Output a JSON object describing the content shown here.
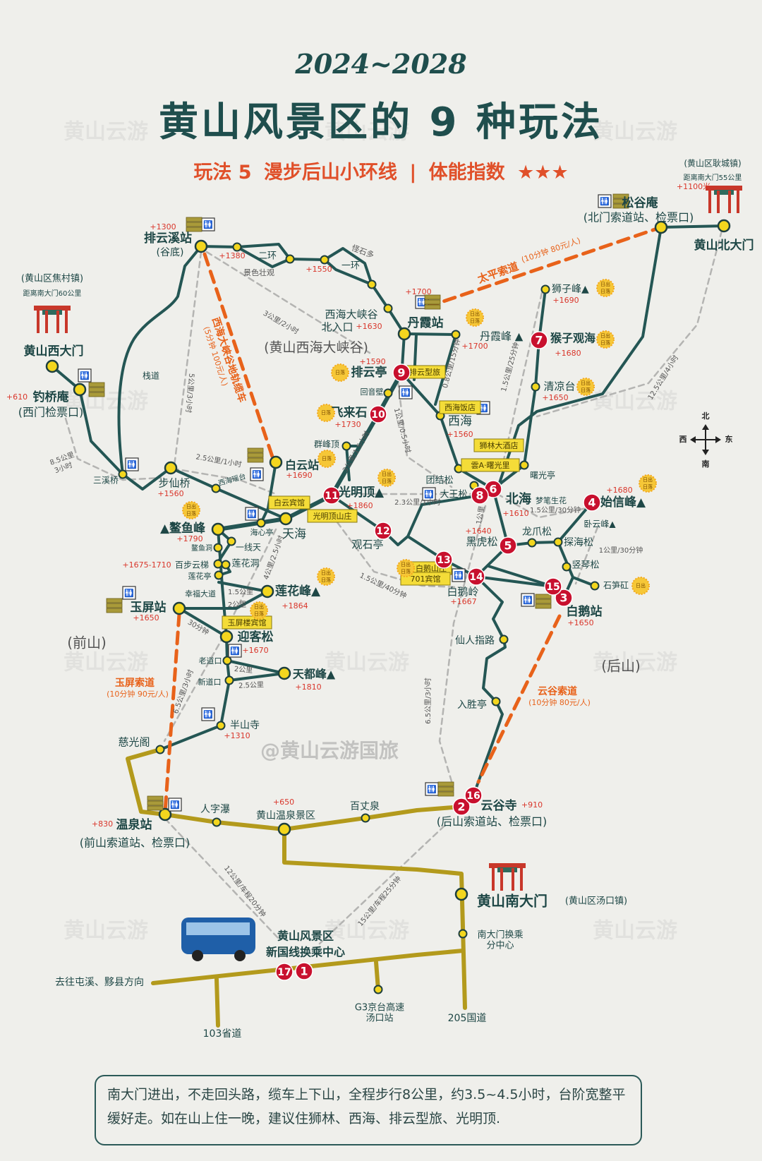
{
  "header": {
    "year": "2024~2028",
    "title": "黄山风景区的 9 种玩法",
    "play": "玩法 5",
    "route": "漫步后山小环线",
    "sep": "|",
    "index": "体能指数",
    "stars": "★★★"
  },
  "places": {
    "paiyunxi": "排云溪站",
    "paiyunxi_sub": "(谷底)",
    "erhuan": "二环",
    "yihuan": "一环",
    "jingse": "景色壮观",
    "guaishi": "怪石多",
    "xihai_north": "西海大峡谷",
    "xihai_north2": "北入口",
    "danxia_st": "丹霞站",
    "danxia_peak": "丹霞峰 ▲",
    "paiyun": "排云亭",
    "huiyin": "回音壁",
    "feilai": "飞来石",
    "qunfeng": "群峰顶",
    "xihai": "西海",
    "songgu": "松谷庵",
    "songgu_sub": "(北门索道站、检票口)",
    "north_gate": "黄山北大门",
    "north_town": "(黄山区耿城镇)",
    "north_dist": "距离南大门55公里",
    "shizi": "狮子峰▲",
    "houzi": "猴子观海",
    "qingliang": "清凉台",
    "shuguang": "曙光亭",
    "tuanjie": "团结松",
    "dawang": "大王松",
    "beihai": "北海",
    "mengbi": "梦笔生花",
    "shixin": "始信峰▲",
    "woyun": "卧云峰▲",
    "heihu": "黑虎松",
    "longzhua": "龙爪松",
    "tanhai": "探海松",
    "shuqin": "竖琴松",
    "shisun": "石笋矼",
    "baie_st": "白鹅站",
    "baie_ling": "白鹅岭",
    "xianren": "仙人指路",
    "rusheng": "入胜亭",
    "yungu": "云谷寺",
    "yungu_sub": "(后山索道站、检票口)",
    "houshan": "(后山)",
    "qianshan": "(前山)",
    "west_gate": "黄山西大门",
    "west_town": "(黄山区焦村镇)",
    "west_dist": "距离南大门60公里",
    "diaoqiao": "钓桥庵",
    "diaoqiao_sub": "(西门检票口)",
    "sanxi": "三溪桥",
    "buxian": "步仙桥",
    "zhandao": "栈道",
    "xihai_yaotai": "西海瑶台",
    "baiyun_st": "白云站",
    "canyon": "(黄山西海大峡谷)",
    "guangming": "光明顶▲",
    "guanshi": "观石亭",
    "tianhai": "天海",
    "haixin": "海心亭",
    "aoyu": "▲鳌鱼峰",
    "yixian": "一线天",
    "aoyu_dong": "鳌鱼洞",
    "baibu": "百步云梯",
    "lianhua_dong": "莲花洞",
    "lianhua_ting": "莲花亭",
    "xingfu": "幸福大道",
    "lianhua": "莲花峰▲",
    "yuping": "玉屏站",
    "yingke": "迎客松",
    "laodao": "老道口",
    "xindao": "新道口",
    "tiandu": "天都峰▲",
    "banshan": "半山寺",
    "ciguang": "慈光阁",
    "wenquan_st": "温泉站",
    "wenquan_sub": "(前山索道站、检票口)",
    "renzi": "人字瀑",
    "wenquan_area": "黄山温泉景区",
    "baizhang": "百丈泉",
    "south_gate": "黄山南大门",
    "south_town": "(黄山区汤口镇)",
    "south_transfer": "南大门换乘",
    "south_transfer2": "分中心",
    "center1": "黄山风景区",
    "center2": "新国线换乘中心",
    "tunxi": "去往屯溪、黟县方向",
    "s103": "103省道",
    "g3a": "G3京台高速",
    "g3b": "汤口站",
    "g205": "205国道"
  },
  "elevations": {
    "paiyunxi": "+1300",
    "e1380": "+1380",
    "e1550": "+1550",
    "xihai_north": "+1630",
    "danxia_st": "+1700",
    "danxia_peak": "+1700",
    "paiyun": "+1590",
    "feilai": "+1730",
    "xihai": "+1560",
    "shizi": "+1690",
    "houzi": "+1680",
    "qingliang": "+1650",
    "beihai": "+1610",
    "shixin": "+1680",
    "heihu": "+1640",
    "baie_st": "+1650",
    "baie_ling": "+1667",
    "yungu": "+910",
    "baiyun_st": "+1690",
    "guangming": "+1860",
    "buxian": "+1560",
    "diaoqiao": "+610",
    "aoyu": "+1790",
    "baibu": "+1675-1710",
    "lianhua": "+1864",
    "yuping": "+1650",
    "yingke": "+1670",
    "tiandu": "+1810",
    "banshan": "+1310",
    "wenquan_st": "+830",
    "wenquan_area": "+650",
    "north_gate": "+1100米"
  },
  "distances": {
    "d_3_2": "3公里/2小时",
    "d_5_3": "5公里/3小时",
    "d_25_1": "2.5公里/1小时",
    "d_85": "8.5公里",
    "d_85b": "3小时",
    "d_08": "0.8公里/15分钟",
    "d_15_25": "1.5公里/25分钟",
    "d_125": "12.5公里/4小时",
    "d_1_05": "1公里/0.5小时",
    "d_3_15": "3公里/1.5小时",
    "d_23": "2.3公里/1小时",
    "d_15_30": "1.5公里/30分钟",
    "d_1_30": "1公里/30分钟",
    "d_1": "1公里",
    "d_4_25": "4公里/2.5小时",
    "d_15": "1.5公里",
    "d_2": "2公里",
    "d_30": "30分钟",
    "d_2b": "2公里",
    "d_25": "2.5公里",
    "d_65l": "6.5公里/3小时",
    "d_15_40": "1.5公里/40分钟",
    "d_65r": "6.5公里/3小时",
    "d_12": "12公里/车程20分钟",
    "d_15car": "15公里/车程25分钟"
  },
  "hotels": {
    "paiyunxing": "排云型旅",
    "xihai_hotel": "西海饭店",
    "shilin": "狮林大酒店",
    "shuguangli": "雲A·曙光里",
    "baiyun_hotel": "白云宾馆",
    "guangming_hotel": "光明顶山庄",
    "baie_hotel": "白鹅山庄",
    "h701": "701宾馆",
    "yuping_hotel": "玉屏楼宾馆"
  },
  "cableways": {
    "taiping": "太平索道",
    "taiping_sub": "(10分钟 80元/人)",
    "xihai_rail": "西海大峡谷地轨缆车",
    "xihai_rail_sub": "(5分钟 100元/人)",
    "yuping": "玉屏索道",
    "yuping_sub": "(10分钟 90元/人)",
    "yungu": "云谷索道",
    "yungu_sub": "(10分钟 80元/人)"
  },
  "markers": [
    "1",
    "2",
    "3",
    "4",
    "5",
    "6",
    "7",
    "8",
    "9",
    "10",
    "11",
    "12",
    "13",
    "14",
    "15",
    "16",
    "17"
  ],
  "sun": {
    "sunrise": "日出",
    "sunset": "日落"
  },
  "compass": {
    "north": "北",
    "south": "南",
    "east": "东",
    "west": "西"
  },
  "watermark": {
    "center": "@黄山云游国旅",
    "logo": "黄山云游"
  },
  "colors": {
    "trail": "#245654",
    "node": "#f3d61e",
    "marker": "#c8102e",
    "cableway": "#e8621a",
    "road": "#b39a1c",
    "elevation": "#d9362b"
  },
  "note": "南大门进出，不走回头路，缆车上下山，全程步行8公里，约3.5~4.5小时，台阶宽整平缓好走。如在山上住一晚，建议住狮林、西海、排云型旅、光明顶."
}
